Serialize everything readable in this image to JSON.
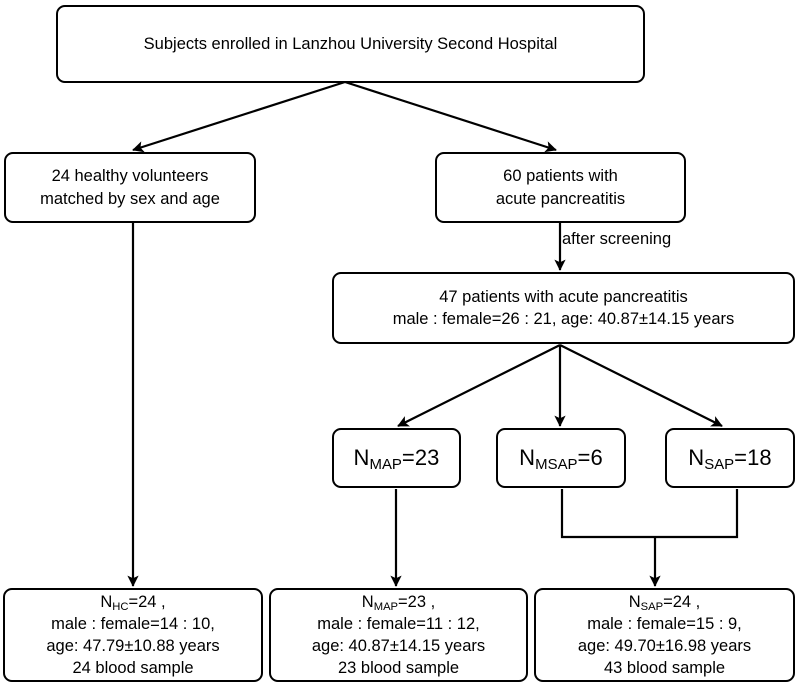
{
  "diagram": {
    "title": "Study enrollment flowchart",
    "stroke_color": "#000000",
    "background_color": "#ffffff"
  },
  "nodes": {
    "root": {
      "name": "root-enrollment-box",
      "lines": [
        "Subjects enrolled in Lanzhou University Second Hospital"
      ]
    },
    "healthy": {
      "name": "healthy-volunteers-box",
      "lines": [
        "24 healthy volunteers",
        "matched by sex and age"
      ]
    },
    "ap60": {
      "name": "acute-pancreatitis-60-box",
      "lines": [
        "60 patients with",
        "acute pancreatitis"
      ]
    },
    "ap47": {
      "name": "acute-pancreatitis-47-box",
      "lines": [
        "47 patients with acute pancreatitis",
        "male : female=26 : 21, age: 40.87±14.15 years"
      ]
    },
    "map": {
      "name": "n-map-box",
      "symbol": "N",
      "subscript": "MAP",
      "value": "=23"
    },
    "msap": {
      "name": "n-msap-box",
      "symbol": "N",
      "subscript": "MSAP",
      "value": "=6"
    },
    "sap": {
      "name": "n-sap-box",
      "symbol": "N",
      "subscript": "SAP",
      "value": "=18"
    },
    "out_hc": {
      "name": "outcome-hc-box",
      "symbol": "N",
      "subscript": "HC",
      "value": "=24 ,",
      "lines": [
        "male : female=14 : 10,",
        "age: 47.79±10.88 years",
        "24 blood sample"
      ]
    },
    "out_map": {
      "name": "outcome-map-box",
      "symbol": "N",
      "subscript": "MAP",
      "value": "=23 ,",
      "lines": [
        "male : female=11 : 12,",
        "age: 40.87±14.15 years",
        "23 blood sample"
      ]
    },
    "out_sap": {
      "name": "outcome-sap-box",
      "symbol": "N",
      "subscript": "SAP",
      "value": "=24 ,",
      "lines": [
        "male : female=15 : 9,",
        "age: 49.70±16.98 years",
        "43 blood sample"
      ]
    }
  },
  "edge_labels": {
    "screening": "after screening"
  }
}
